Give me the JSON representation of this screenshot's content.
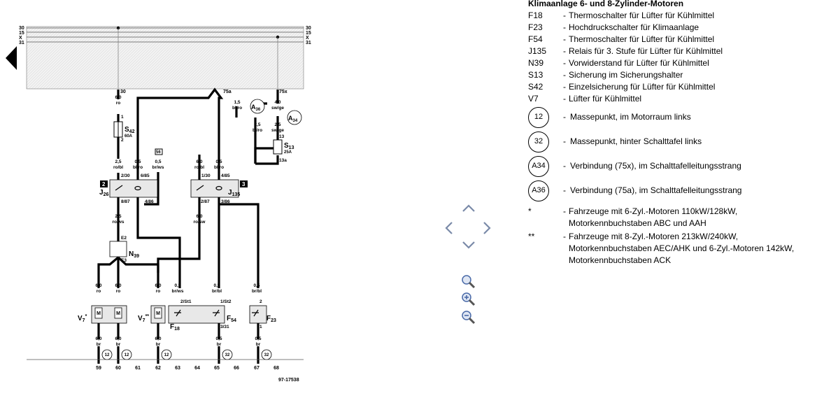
{
  "legend": {
    "title": "Klimaanlage 6- und 8-Zylinder-Motoren",
    "items": [
      {
        "code": "F18",
        "desc": "Thermoschalter für Lüfter für Kühlmittel"
      },
      {
        "code": "F23",
        "desc": "Hochdruckschalter für Klimaanlage"
      },
      {
        "code": "F54",
        "desc": "Thermoschalter für Lüfter für Kühlmittel"
      },
      {
        "code": "J135",
        "desc": "Relais für 3. Stufe für Lüfter für Kühlmittel"
      },
      {
        "code": "N39",
        "desc": "Vorwiderstand für Lüfter für Kühlmittel"
      },
      {
        "code": "S13",
        "desc": "Sicherung im Sicherungshalter"
      },
      {
        "code": "S42",
        "desc": "Einzelsicherung für Lüfter für Kühlmittel"
      },
      {
        "code": "V7",
        "desc": "Lüfter für Kühlmittel"
      }
    ],
    "circled": [
      {
        "code": "12",
        "desc": "Massepunkt, im Motorraum links"
      },
      {
        "code": "32",
        "desc": "Massepunkt, hinter Schalttafel links"
      },
      {
        "code": "A34",
        "desc": "Verbindung (75x), im Schalttafelleitungsstrang"
      },
      {
        "code": "A36",
        "desc": "Verbindung (75a), im Schalttafelleitungsstrang"
      }
    ],
    "notes": [
      {
        "mark": "*",
        "lines": [
          "Fahrzeuge mit 6-Zyl.-Motoren 110kW/128kW,",
          "Motorkennbuchstaben ABC und AAH"
        ]
      },
      {
        "mark": "**",
        "lines": [
          "Fahrzeuge mit 8-Zyl.-Motoren 213kW/240kW,",
          "Motorkennbuchstaben AEC/AHK und 6-Zyl.-Motoren 142kW,",
          "Motorkennbuchstaben ACK"
        ]
      }
    ],
    "dash": "-"
  },
  "diagram": {
    "rails_left": [
      "30",
      "15",
      "X",
      "31"
    ],
    "rails_right": [
      "30",
      "15",
      "X",
      "31"
    ],
    "bus_labels": {
      "t30": "30",
      "t75a": "75a",
      "t75x": "75x"
    },
    "wires": {
      "w1": [
        "6,0",
        "ro"
      ],
      "w2": [
        "1,5",
        "bl/ro"
      ],
      "w3": [
        "4,0",
        "sw/ge"
      ],
      "w4": [
        "2,5",
        "bl/ro"
      ],
      "w5": [
        "2,5",
        "sw/ge"
      ],
      "w6": [
        "2,5",
        "ro/bl"
      ],
      "w7": [
        "0,5",
        "bl/ro"
      ],
      "w8": [
        "0,5",
        "br/ws"
      ],
      "w9": [
        "6,0",
        "ro/bl"
      ],
      "w10": [
        "0,5",
        "bl/ro"
      ],
      "w11": [
        "2,5",
        "ro/ws"
      ],
      "w12": [
        "6,0",
        "ro/sw"
      ],
      "w13": [
        "6,0",
        "ro"
      ],
      "w14": [
        "6,0",
        "ro"
      ],
      "w15": [
        "6,0",
        "ro"
      ],
      "w16": [
        "0,5",
        "br/ws"
      ],
      "w17": [
        "0,5",
        "br/bl"
      ],
      "w18": [
        "0,5",
        "br/bl"
      ],
      "w19": [
        "6,0",
        "br"
      ],
      "w20": [
        "6,0",
        "br"
      ],
      "w21": [
        "6,0",
        "br"
      ],
      "w22": [
        "0,5",
        "br"
      ],
      "w23": [
        "0,5",
        "br"
      ]
    },
    "pins": {
      "p1": "1",
      "p2": "2",
      "p13": "13",
      "p13a": "13a",
      "j26a": "2/30",
      "j26b": "6/85",
      "j26c": "8/87",
      "j26d": "4/86",
      "j135a": "1/30",
      "j135b": "4/85",
      "j135c": "2/87",
      "j135d": "3/86",
      "n39a": "E2",
      "n39b": "E3",
      "f18": "2/St1",
      "f54a": "1/St2",
      "f54b": "3/31",
      "f23a": "2",
      "f23b": "1",
      "c56": "56"
    },
    "components": {
      "s42": "S",
      "s42sub": "42",
      "s42amp": "60A",
      "s13": "S",
      "s13sub": "13",
      "s13amp": "25A",
      "j26": "J",
      "j26sub": "26",
      "j26num": "2",
      "j135": "J",
      "j135sub": "135",
      "j135num": "3",
      "n39": "N",
      "n39sub": "39",
      "v7a": "V",
      "v7asub": "7",
      "v7amark": "*",
      "v7b": "V",
      "v7bsub": "7",
      "v7bmark": "**",
      "f18": "F",
      "f18sub": "18",
      "f54": "F",
      "f54sub": "54",
      "f23": "F",
      "f23sub": "23",
      "a36": "A",
      "a36sub": "36",
      "a34": "A",
      "a34sub": "34",
      "motor": "M"
    },
    "grounds": [
      "12",
      "12",
      "12",
      "32",
      "32"
    ],
    "bottom_numbers": [
      "59",
      "60",
      "61",
      "62",
      "63",
      "64",
      "65",
      "66",
      "67",
      "68"
    ],
    "fig_id": "97-17538"
  },
  "colors": {
    "line": "#000000",
    "relay_fill": "#e8e8e8",
    "nav_outline": "#7a8aa8",
    "zoom_blue": "#4a6aa8"
  },
  "icons": [
    "back-arrow-icon",
    "pan-up-icon",
    "pan-left-icon",
    "pan-right-icon",
    "pan-down-icon",
    "zoom-icon",
    "zoom-in-icon",
    "zoom-out-icon"
  ]
}
